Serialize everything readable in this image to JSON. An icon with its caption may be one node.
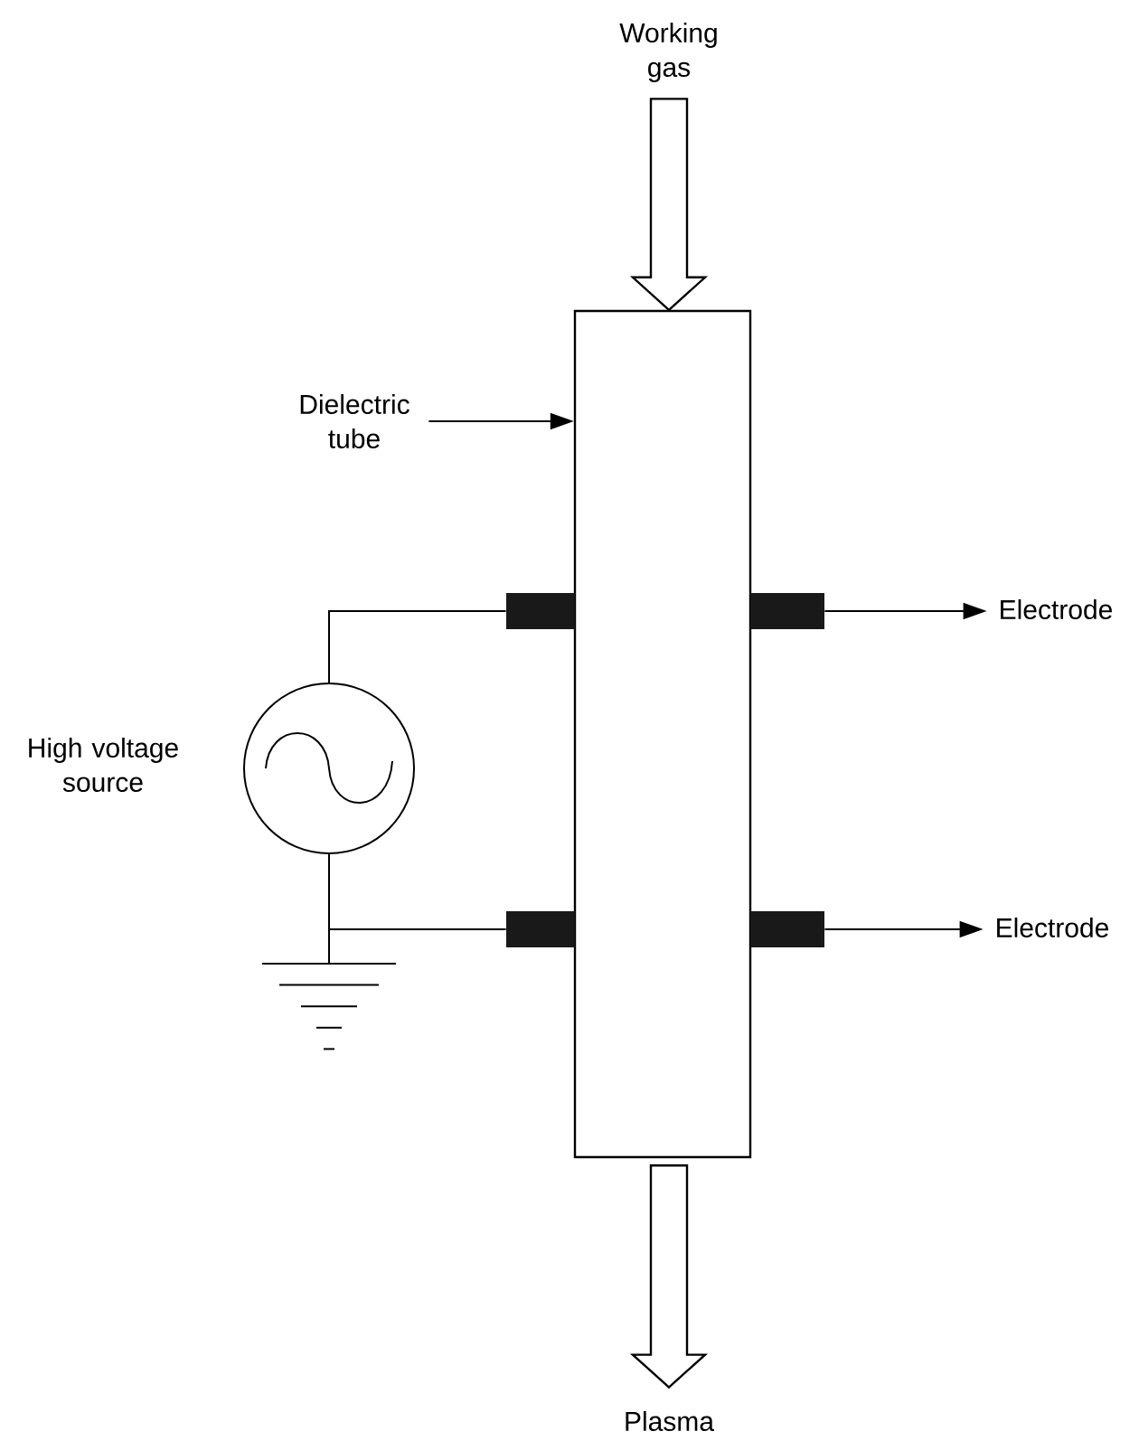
{
  "diagram": {
    "nodes": [
      {
        "text": [
          "Working gas"
        ]
      },
      {
        "text": [],
        "shape": "box"
      },
      {
        "text": [
          "Dielectric tube"
        ]
      },
      {
        "text": [],
        "shape": "bar"
      },
      {
        "text": [],
        "shape": "bar"
      },
      {
        "text": [
          "Electrode"
        ]
      },
      {
        "text": [],
        "shape": "bar"
      },
      {
        "text": [],
        "shape": "bar"
      },
      {
        "text": [
          "Electrode"
        ]
      },
      {
        "text": [],
        "shape": "circle",
        "beside": [
          "High voltage source"
        ]
      },
      {
        "text": [],
        "shape": "ground"
      },
      {
        "text": [
          "Plasma"
        ]
      }
    ],
    "edges": [
      {
        "from": 0,
        "to": 1,
        "arrow": "to"
      },
      {
        "from": 1,
        "to": 11,
        "arrow": "to"
      },
      {
        "from": 2,
        "to": 1,
        "arrow": "to"
      },
      {
        "from": 4,
        "to": 5,
        "arrow": "to"
      },
      {
        "from": 7,
        "to": 8,
        "arrow": "to"
      },
      {
        "from": 9,
        "to": 3,
        "arrow": "none"
      },
      {
        "from": 9,
        "to": 6,
        "arrow": "none"
      },
      {
        "from": 9,
        "to": 10,
        "arrow": "none"
      }
    ]
  }
}
